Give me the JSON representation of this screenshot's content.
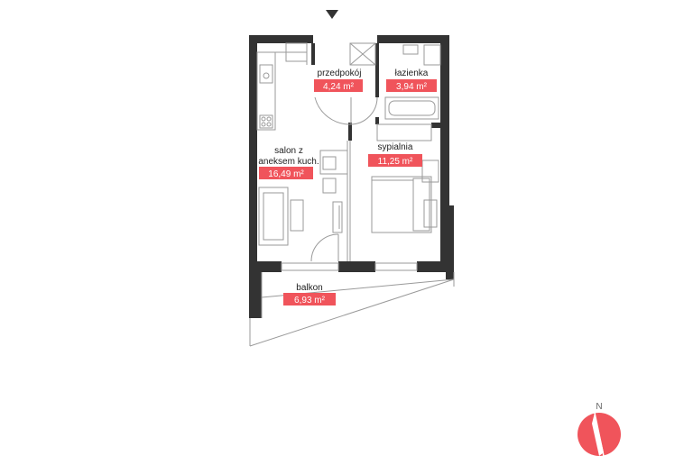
{
  "plan": {
    "entrance_marker": "entrance-arrow",
    "rooms": [
      {
        "name_lines": [
          "przedpokój"
        ],
        "area": "4,24 m²"
      },
      {
        "name_lines": [
          "łazienka"
        ],
        "area": "3,94 m²"
      },
      {
        "name_lines": [
          "salon z",
          "aneksem kuch."
        ],
        "area": "16,49 m²"
      },
      {
        "name_lines": [
          "sypialnia"
        ],
        "area": "11,25 m²"
      },
      {
        "name_lines": [
          "balkon"
        ],
        "area": "6,93 m²"
      }
    ]
  },
  "compass": {
    "label": "N",
    "icon": "compass-icon"
  },
  "colors": {
    "accent": "#f0545b",
    "wall": "#333333",
    "line": "#9a9a9a",
    "text": "#222222"
  }
}
